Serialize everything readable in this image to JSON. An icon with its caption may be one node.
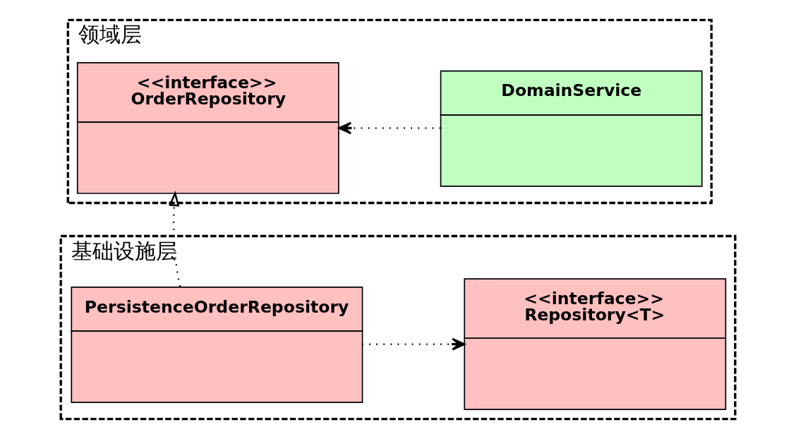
{
  "diagram": {
    "nodes": [
      {
        "text": [
          "领域层"
        ]
      },
      {
        "text": [
          "DomainService"
        ],
        "in": 0
      },
      {
        "text": [
          "<<interface>>",
          "OrderRepository"
        ],
        "in": 0
      },
      {
        "text": [
          "基础设施层"
        ]
      },
      {
        "text": [
          "<<interface>>",
          "Repository<T>"
        ],
        "in": 3
      },
      {
        "text": [
          "PersistenceOrderRepository"
        ],
        "in": 3
      }
    ],
    "edges": [
      {
        "from": 1,
        "to": 2,
        "arrow": "to",
        "style": "dashed"
      },
      {
        "from": 5,
        "to": 2,
        "arrow": "to",
        "style": "dashed"
      },
      {
        "from": 5,
        "to": 4,
        "arrow": "to",
        "style": "dashed"
      }
    ]
  }
}
